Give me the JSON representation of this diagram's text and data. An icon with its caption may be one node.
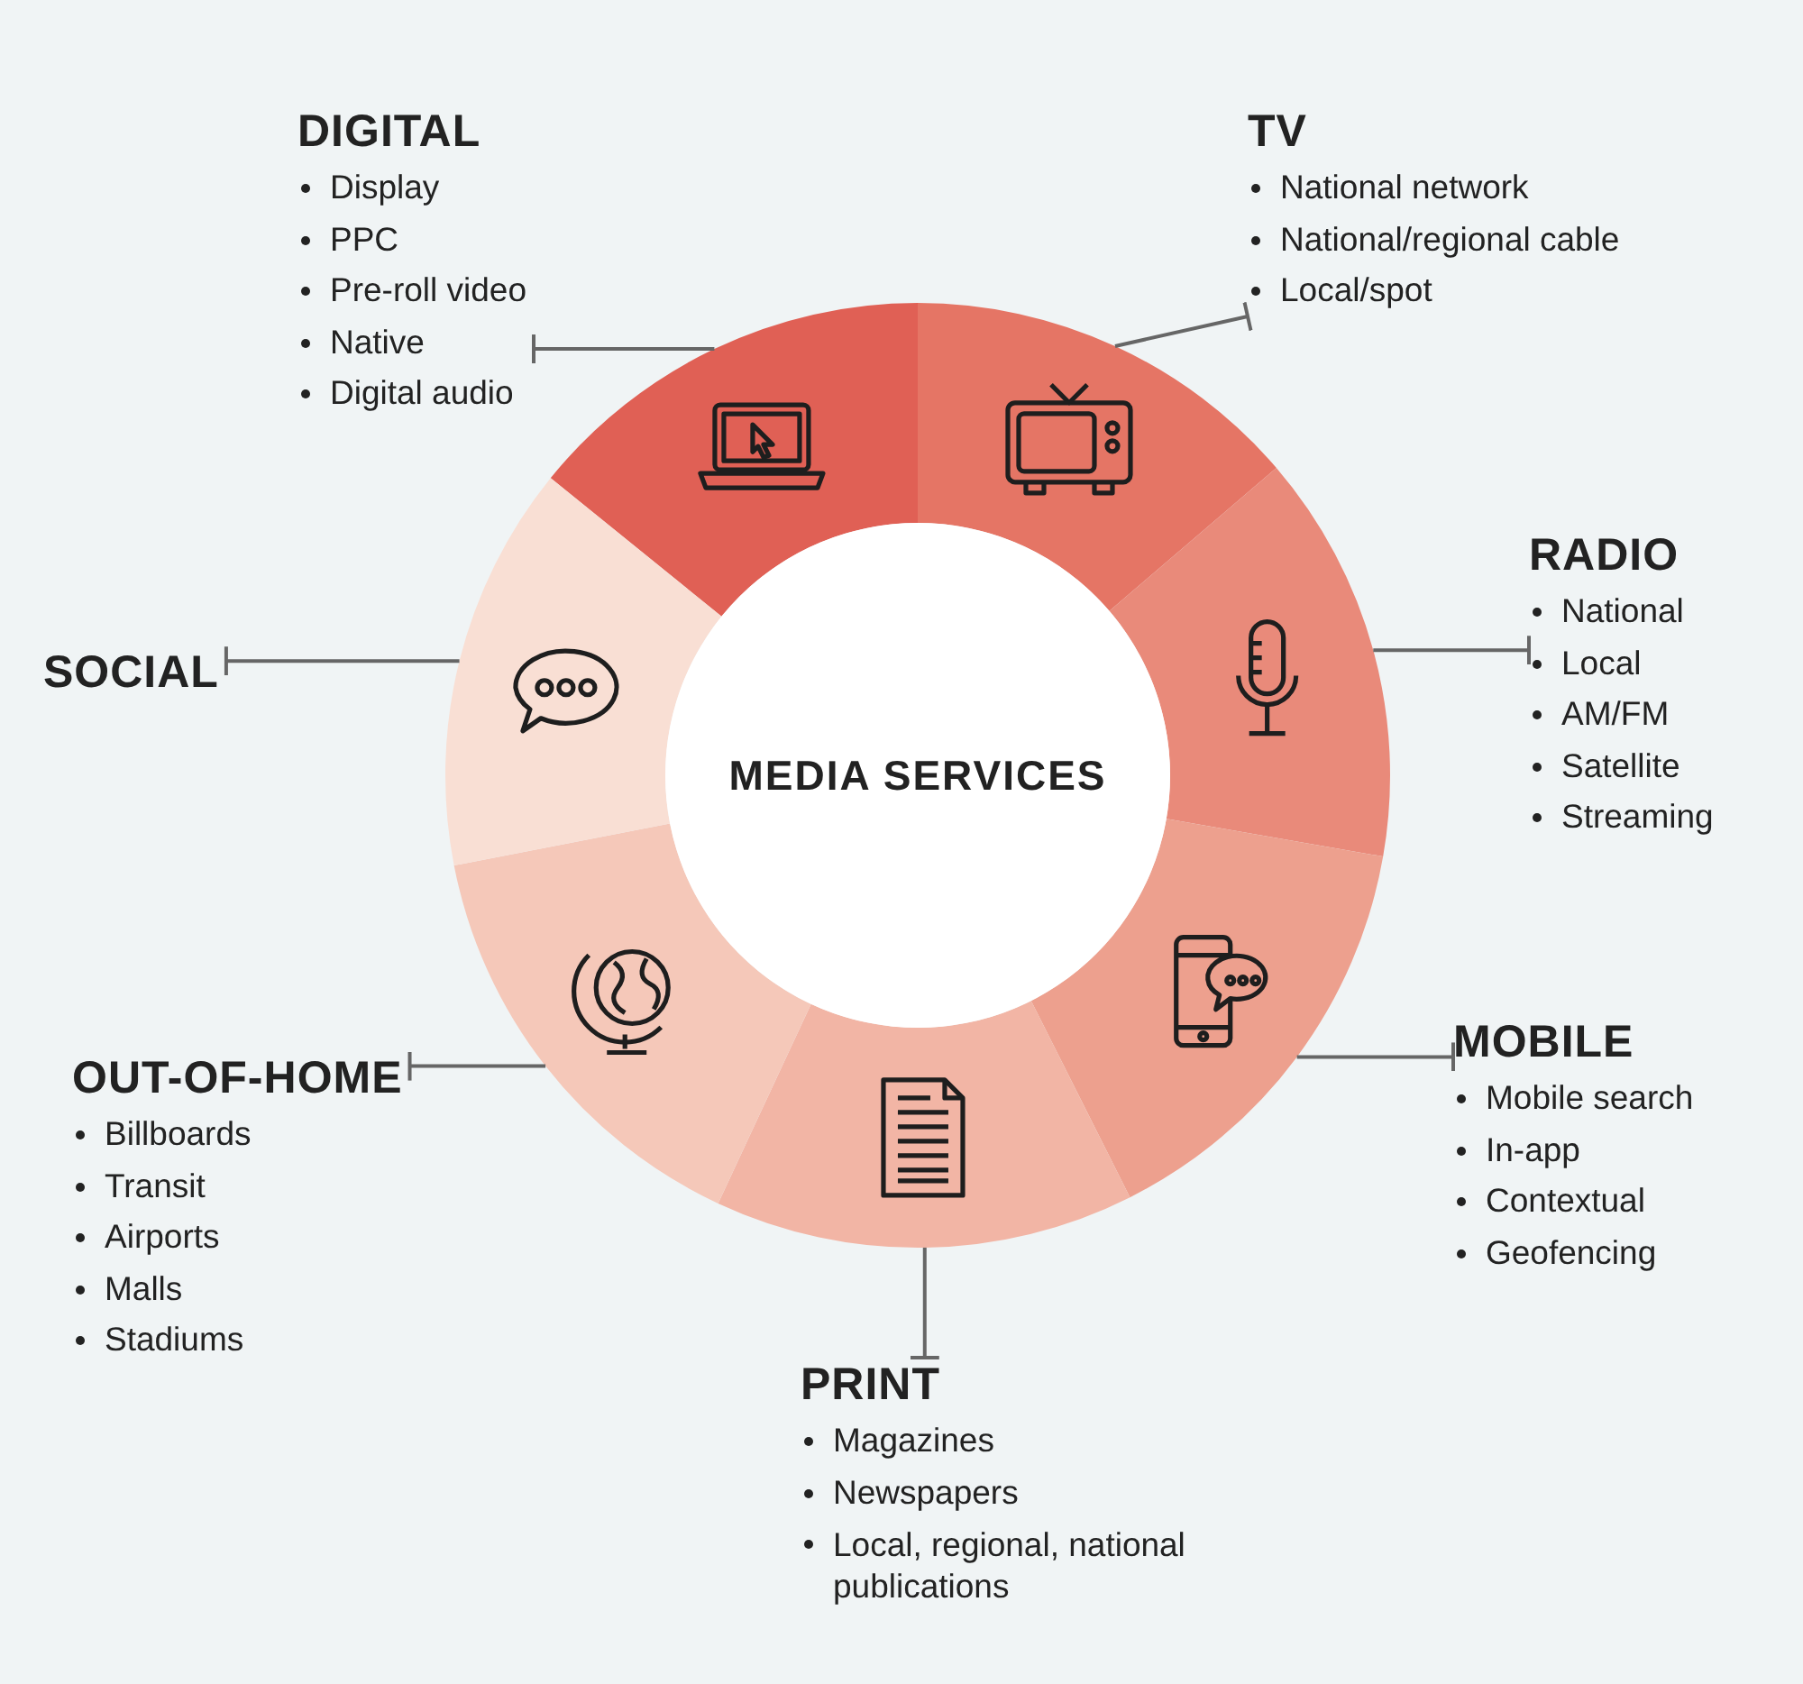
{
  "diagram": {
    "nodes": [
      {
        "text": [
          "MEDIA SERVICES"
        ]
      },
      {
        "text": [],
        "shape": "sector"
      },
      {
        "text": [],
        "shape": "sector"
      },
      {
        "text": [],
        "shape": "sector"
      },
      {
        "text": [],
        "shape": "sector"
      },
      {
        "text": [],
        "shape": "sector"
      },
      {
        "text": [],
        "shape": "sector"
      },
      {
        "text": [],
        "shape": "sector"
      },
      {
        "text": [
          "DIGITAL",
          "Display",
          "PPC",
          "Pre-roll video",
          "Native",
          "Digital audio"
        ]
      },
      {
        "text": [
          "TV",
          "National network",
          "National/regional cable",
          "Local/spot"
        ]
      },
      {
        "text": [
          "RADIO",
          "National",
          "Local",
          "AM/FM",
          "Satellite",
          "Streaming"
        ]
      },
      {
        "text": [
          "MOBILE",
          "Mobile search",
          "In-app",
          "Contextual",
          "Geofencing"
        ]
      },
      {
        "text": [
          "PRINT",
          "Magazines",
          "Newspapers",
          "Local, regional, national publications"
        ]
      },
      {
        "text": [
          "OUT-OF-HOME",
          "Billboards",
          "Transit",
          "Airports",
          "Malls",
          "Stadiums"
        ]
      },
      {
        "text": [
          "SOCIAL"
        ]
      }
    ],
    "edges": [
      {
        "from": 8,
        "to": 1,
        "arrow": "other"
      },
      {
        "from": 9,
        "to": 2,
        "arrow": "other"
      },
      {
        "from": 10,
        "to": 3,
        "arrow": "other"
      },
      {
        "from": 11,
        "to": 4,
        "arrow": "other"
      },
      {
        "from": 12,
        "to": 5,
        "arrow": "other"
      },
      {
        "from": 13,
        "to": 6,
        "arrow": "other"
      },
      {
        "from": 14,
        "to": 7,
        "arrow": "other"
      }
    ]
  }
}
